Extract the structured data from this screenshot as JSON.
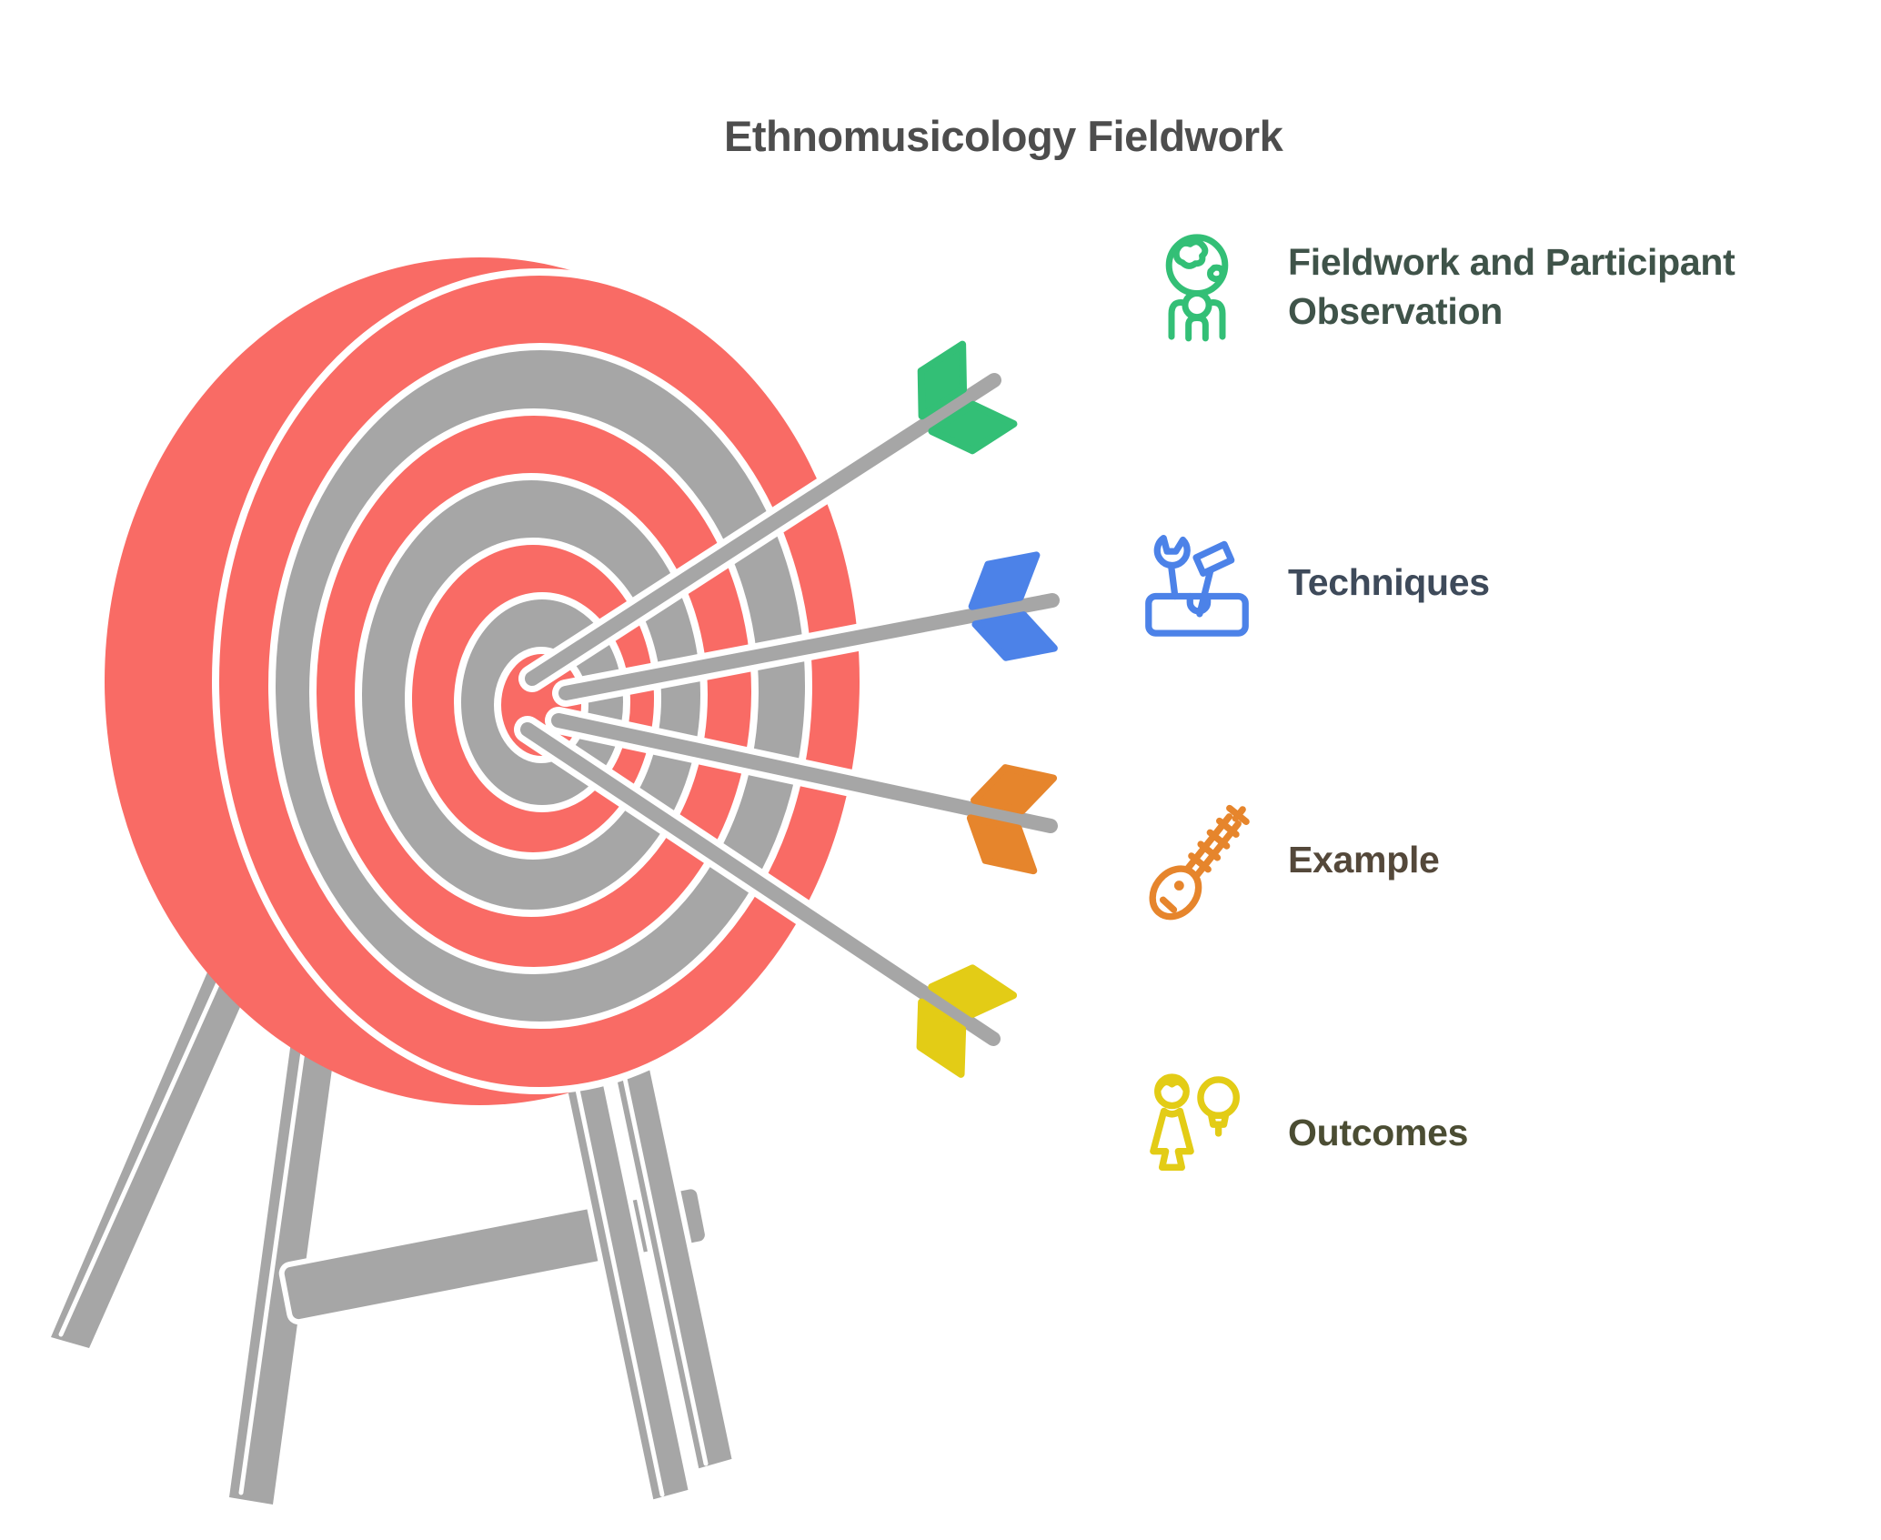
{
  "title": "Ethnomusicology Fieldwork",
  "items": [
    {
      "label": "Fieldwork and Participant Observation",
      "icon": "globe-person-icon",
      "color_key": "green"
    },
    {
      "label": "Techniques",
      "icon": "toolbox-icon",
      "color_key": "blue"
    },
    {
      "label": "Example",
      "icon": "sitar-icon",
      "color_key": "orange"
    },
    {
      "label": "Outcomes",
      "icon": "person-idea-icon",
      "color_key": "yellow"
    }
  ],
  "colors": {
    "background": "#ffffff",
    "title_text": "#4d4d4d",
    "target_red": "#f96b65",
    "target_gray": "#a6a6a6",
    "stand_gray": "#a6a6a6",
    "arrow_shaft": "#a6a6a6",
    "outline_white": "#ffffff",
    "green": "#33bf76",
    "blue": "#4c82e8",
    "orange": "#e6852c",
    "yellow": "#e3cc16",
    "green_text": "#3f5349",
    "blue_text": "#3e4a5a",
    "orange_text": "#54483a",
    "yellow_text": "#4b4d33"
  },
  "illustration": {
    "type": "archery-target-on-stand-with-arrows",
    "arrow_colors_in_order": [
      "green",
      "blue",
      "orange",
      "yellow"
    ]
  }
}
